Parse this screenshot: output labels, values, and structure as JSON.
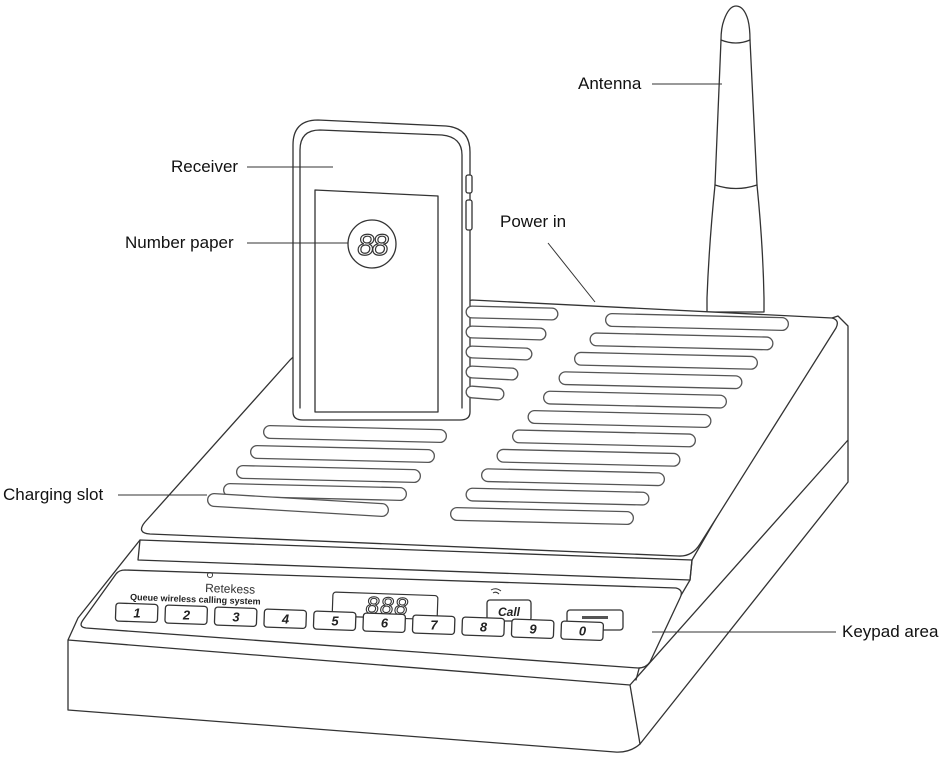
{
  "callouts": {
    "antenna": "Antenna",
    "receiver": "Receiver",
    "number_paper": "Number paper",
    "power_in": "Power in",
    "charging_slot": "Charging slot",
    "keypad_area": "Keypad area"
  },
  "device": {
    "brand": "Retekess",
    "subtitle": "Queue wireless calling system",
    "display": "888",
    "receiver_display": "88",
    "call_label": "Call",
    "keys": [
      "1",
      "2",
      "3",
      "4",
      "5",
      "6",
      "7",
      "8",
      "9",
      "0"
    ]
  },
  "style": {
    "line_color": "#333333",
    "fill": "#ffffff",
    "slot_stroke": "#555555"
  }
}
